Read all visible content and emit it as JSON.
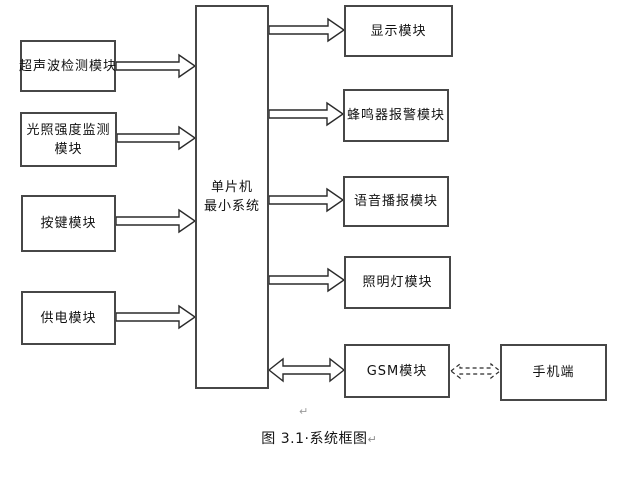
{
  "figure": {
    "caption": {
      "prefix": "图 3.1",
      "space_marker": "·",
      "title": "系统框图",
      "paragraph_mark": "↵",
      "empty_paragraph_mark": "↵"
    }
  },
  "diagram": {
    "nodes": {
      "ultrasonic": {
        "label": "超声波检测模块"
      },
      "light_intensity": {
        "label": "光照强度监测",
        "label2": "模块"
      },
      "key_button": {
        "label": "按键模块"
      },
      "power_supply": {
        "label": "供电模块"
      },
      "mcu": {
        "label": "单片机",
        "label2": "最小系统"
      },
      "display": {
        "label": "显示模块"
      },
      "buzzer_alarm": {
        "label": "蜂鸣器报警模块"
      },
      "voice_broadcast": {
        "label": "语音播报模块"
      },
      "lighting_lamp": {
        "label": "照明灯模块"
      },
      "gsm": {
        "label": "GSM模块"
      },
      "mobile_phone": {
        "label": "手机端"
      }
    },
    "connections": [
      {
        "from": "超声波检测模块",
        "to": "单片机最小系统",
        "direction": "one-way",
        "style": "solid"
      },
      {
        "from": "光照强度监测模块",
        "to": "单片机最小系统",
        "direction": "one-way",
        "style": "solid"
      },
      {
        "from": "按键模块",
        "to": "单片机最小系统",
        "direction": "one-way",
        "style": "solid"
      },
      {
        "from": "供电模块",
        "to": "单片机最小系统",
        "direction": "one-way",
        "style": "solid"
      },
      {
        "from": "单片机最小系统",
        "to": "显示模块",
        "direction": "one-way",
        "style": "solid"
      },
      {
        "from": "单片机最小系统",
        "to": "蜂鸣器报警模块",
        "direction": "one-way",
        "style": "solid"
      },
      {
        "from": "单片机最小系统",
        "to": "语音播报模块",
        "direction": "one-way",
        "style": "solid"
      },
      {
        "from": "单片机最小系统",
        "to": "照明灯模块",
        "direction": "one-way",
        "style": "solid"
      },
      {
        "from": "单片机最小系统",
        "to": "GSM模块",
        "direction": "two-way",
        "style": "solid"
      },
      {
        "from": "GSM模块",
        "to": "手机端",
        "direction": "two-way",
        "style": "dashed"
      }
    ]
  }
}
